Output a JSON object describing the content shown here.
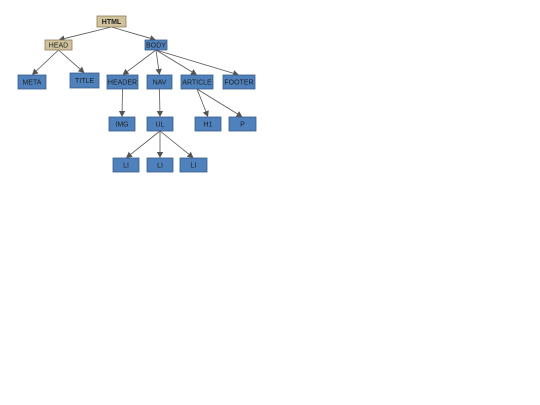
{
  "colors": {
    "head_fill": "#d1c29e",
    "head_stroke": "#8f7e5a",
    "body_fill": "#4f81bd",
    "body_stroke": "#385d8a",
    "edge": "#555555"
  },
  "nodes": [
    {
      "id": "html",
      "label": "HTML",
      "group": "head",
      "bold": true
    },
    {
      "id": "head",
      "label": "HEAD",
      "group": "head"
    },
    {
      "id": "body",
      "label": "BODY",
      "group": "body"
    },
    {
      "id": "meta",
      "label": "META",
      "group": "body"
    },
    {
      "id": "title",
      "label": "TITLE",
      "group": "body"
    },
    {
      "id": "header",
      "label": "HEADER",
      "group": "body"
    },
    {
      "id": "nav",
      "label": "NAV",
      "group": "body"
    },
    {
      "id": "article",
      "label": "ARTICLE",
      "group": "body"
    },
    {
      "id": "footer",
      "label": "FOOTER",
      "group": "body"
    },
    {
      "id": "img",
      "label": "IMG",
      "group": "body"
    },
    {
      "id": "ul",
      "label": "UL",
      "group": "body"
    },
    {
      "id": "h1",
      "label": "H1",
      "group": "body"
    },
    {
      "id": "p",
      "label": "P",
      "group": "body"
    },
    {
      "id": "li1",
      "label": "LI",
      "group": "body"
    },
    {
      "id": "li2",
      "label": "LI",
      "group": "body"
    },
    {
      "id": "li3",
      "label": "LI",
      "group": "body"
    }
  ],
  "edges": [
    {
      "from": "html",
      "to": "head"
    },
    {
      "from": "html",
      "to": "body"
    },
    {
      "from": "head",
      "to": "meta"
    },
    {
      "from": "head",
      "to": "title"
    },
    {
      "from": "body",
      "to": "header"
    },
    {
      "from": "body",
      "to": "nav"
    },
    {
      "from": "body",
      "to": "article"
    },
    {
      "from": "body",
      "to": "footer"
    },
    {
      "from": "header",
      "to": "img"
    },
    {
      "from": "nav",
      "to": "ul"
    },
    {
      "from": "article",
      "to": "h1"
    },
    {
      "from": "article",
      "to": "p"
    },
    {
      "from": "ul",
      "to": "li1"
    },
    {
      "from": "ul",
      "to": "li2"
    },
    {
      "from": "ul",
      "to": "li3"
    }
  ]
}
